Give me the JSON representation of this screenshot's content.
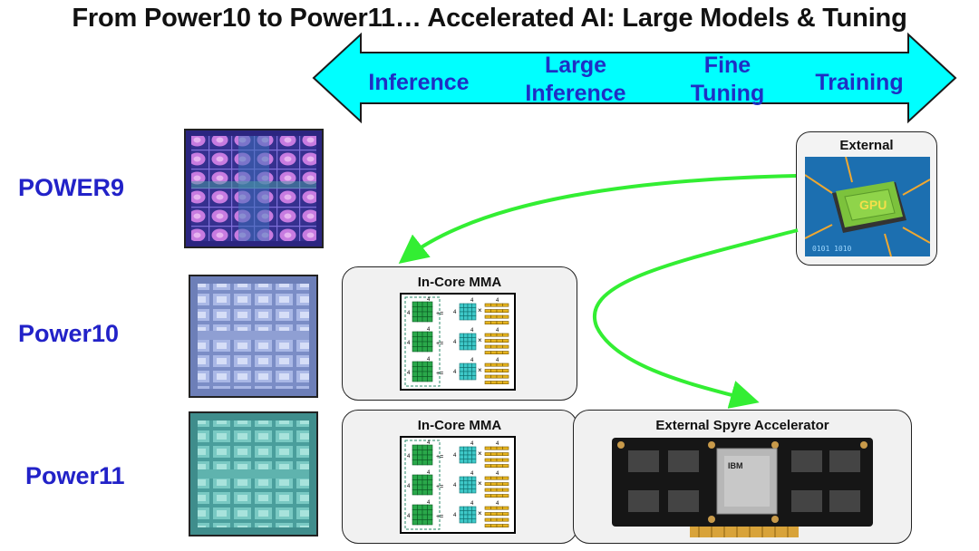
{
  "title": "From Power10 to Power11… Accelerated AI: Large Models & Tuning",
  "arrow": {
    "labels": [
      "Inference",
      "Large\nInference",
      "Fine\nTuning",
      "Training"
    ],
    "fill": "#00ffff",
    "text_color": "#1f2fc4"
  },
  "rows": {
    "power9": "POWER9",
    "power10": "Power10",
    "power11": "Power11"
  },
  "external_box": {
    "title": "External",
    "chip_text": "GPU"
  },
  "mma_panel_p10": {
    "title": "In-Core MMA"
  },
  "mma_panel_p11": {
    "title": "In-Core MMA"
  },
  "spyre_panel": {
    "title": "External Spyre Accelerator",
    "chip_text": "IBM"
  },
  "mma_matrix_dim": "4",
  "colors": {
    "row_label": "#2222c8",
    "connector": "#33ee33",
    "panel_bg": "#f1f1f1"
  }
}
